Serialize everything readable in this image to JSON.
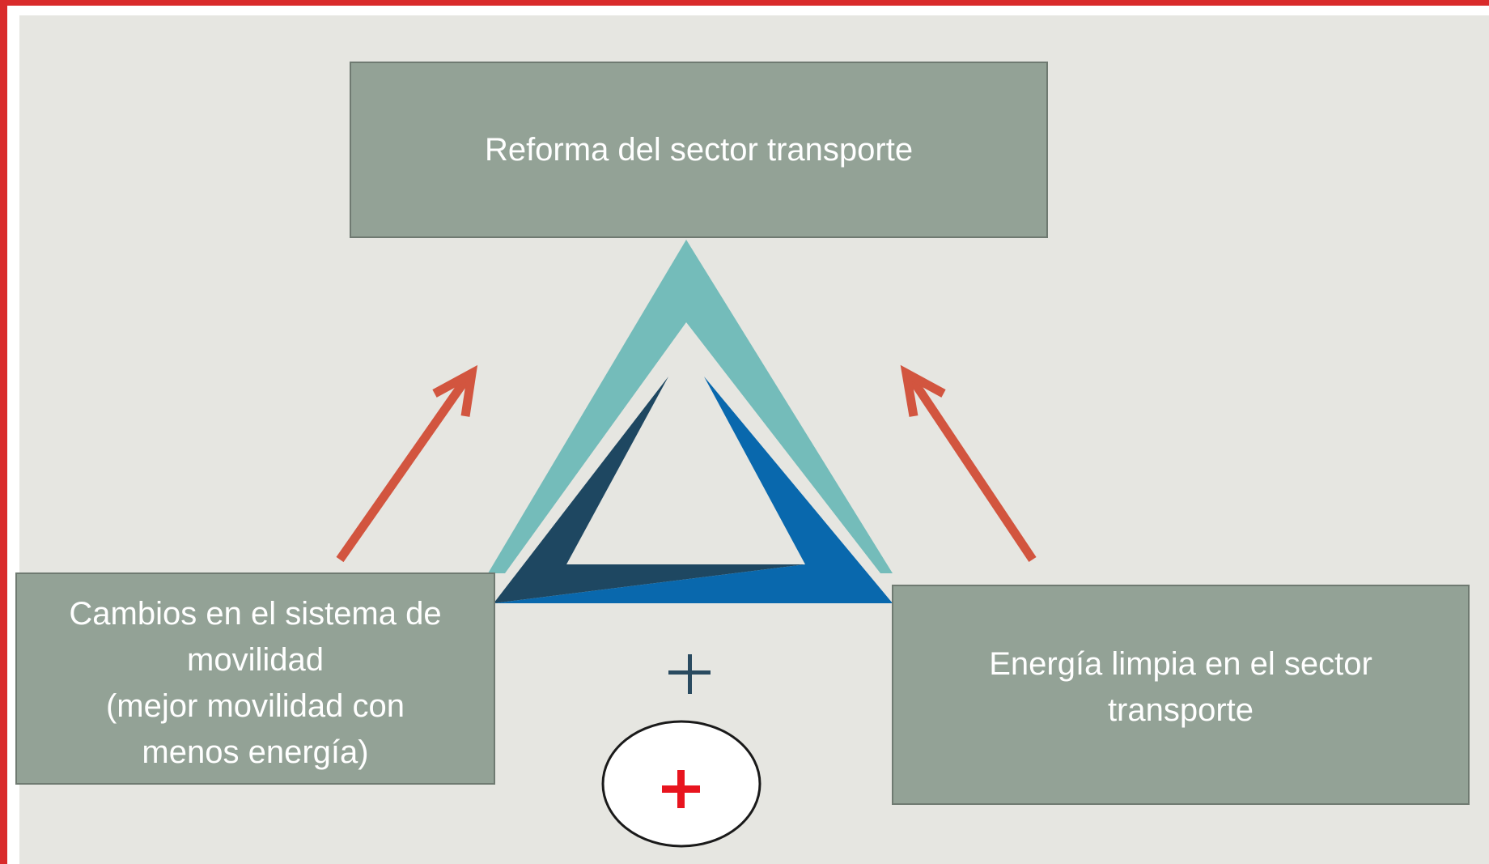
{
  "diagram": {
    "top_box": {
      "text": "Reforma del sector transporte"
    },
    "left_box": {
      "text": "Cambios en el sistema de\nmovilidad\n(mejor movilidad con\nmenos energía)"
    },
    "right_box": {
      "text": "Energía limpia en el sector\ntransporte"
    },
    "plus_sign": {
      "text": "+"
    },
    "circle_plus": {
      "text": "+"
    }
  },
  "colors": {
    "frame": "#d92b2b",
    "background": "#e6e6e1",
    "box_fill": "#93a296",
    "arrow": "#d2553f",
    "triangle_teal": "#74bcba",
    "triangle_dark": "#1e4761",
    "triangle_blue": "#0968ad",
    "plus_dark": "#2a4b60",
    "plus_red": "#e8141e"
  }
}
